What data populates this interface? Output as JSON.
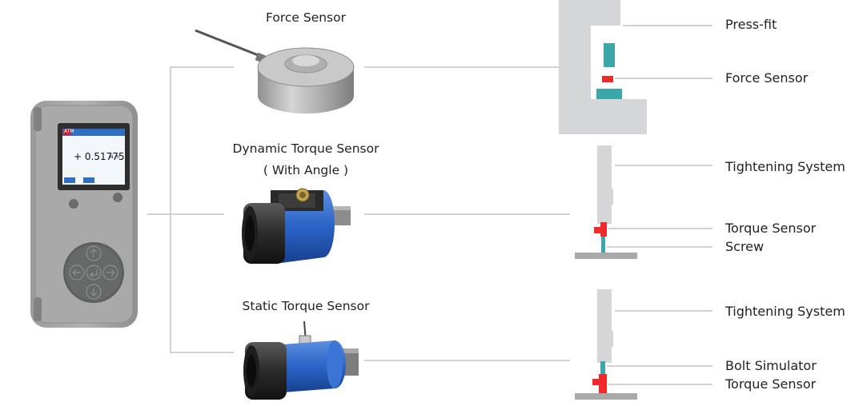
{
  "meter": {
    "reading": "+ 0.51775",
    "unit": "N.m",
    "brand": "ATM"
  },
  "sensors": {
    "force": {
      "title": "Force Sensor"
    },
    "dynamic": {
      "title": "Dynamic Torque Sensor",
      "subtitle": "( With Angle )"
    },
    "static": {
      "title": "Static Torque Sensor"
    }
  },
  "diagrams": {
    "press": {
      "labels": [
        "Press-fit",
        "Force Sensor"
      ]
    },
    "dynamic": {
      "labels": [
        "Tightening System",
        "Torque Sensor",
        "Screw"
      ]
    },
    "static": {
      "labels": [
        "Tightening System",
        "Bolt Simulator",
        "Torque Sensor"
      ]
    }
  },
  "colors": {
    "connector": "#d2d2d2",
    "fixture": "#d4d6d8",
    "teal": "#3ba7a9",
    "sensor_red": "#ee2a2a",
    "sensor_blue": "#2a63c7",
    "device_body": "#a9aaa9"
  }
}
